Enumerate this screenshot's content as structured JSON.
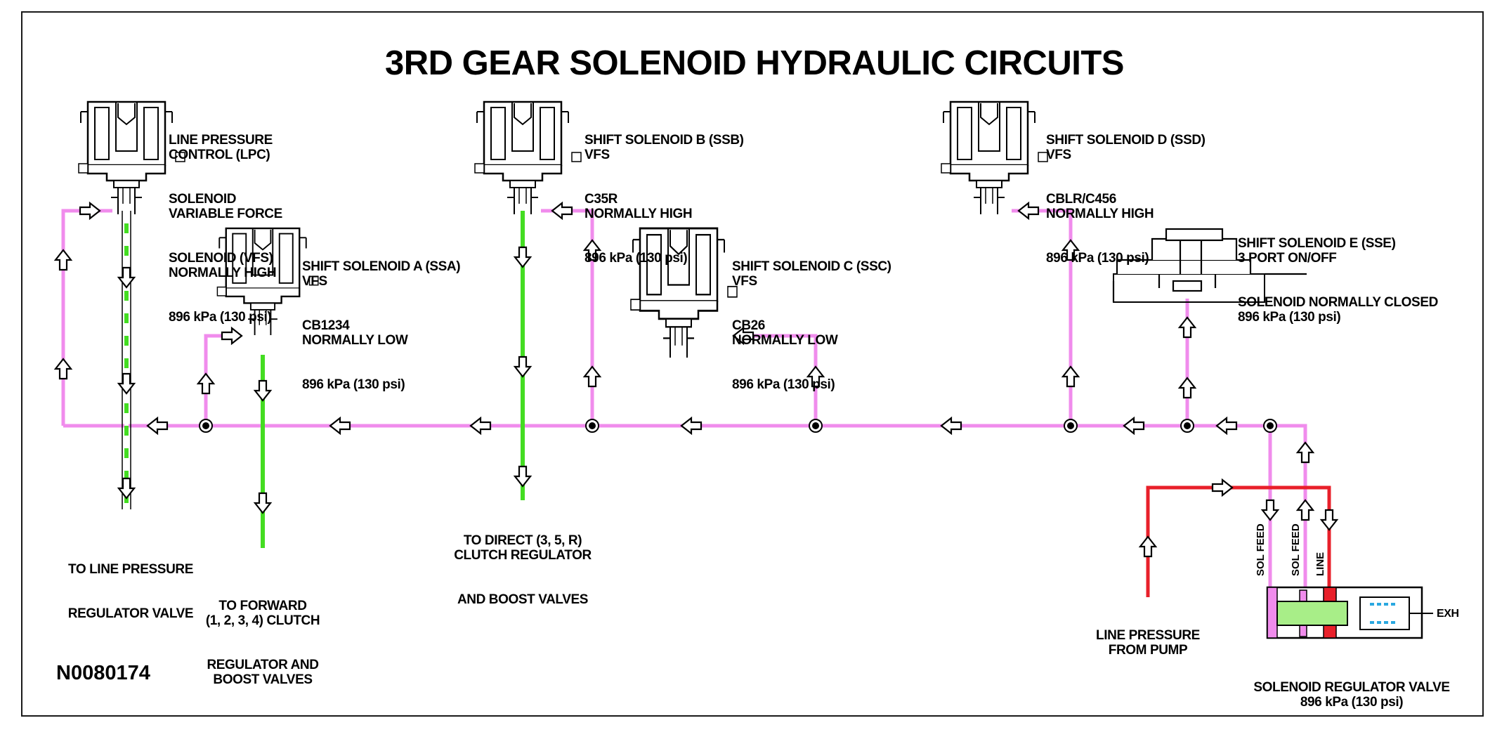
{
  "title": "3RD GEAR SOLENOID HYDRAULIC CIRCUITS",
  "document_id": "N0080174",
  "colors": {
    "line_pressure": "#e8202a",
    "solenoid_feed": "#f08cec",
    "signal": "#44dd22",
    "outline": "#000000"
  },
  "solenoids": {
    "lpc": {
      "lines": [
        "LINE PRESSURE",
        "CONTROL (LPC)",
        "SOLENOID",
        "VARIABLE FORCE",
        "SOLENOID (VFS)",
        "NORMALLY HIGH",
        "896 kPa (130 psi)"
      ]
    },
    "ssa": {
      "lines": [
        "SHIFT SOLENOID A (SSA)",
        "VFS",
        "CB1234",
        "NORMALLY LOW",
        "896 kPa (130 psi)"
      ]
    },
    "ssb": {
      "lines": [
        "SHIFT SOLENOID B (SSB)",
        "VFS",
        "C35R",
        "NORMALLY HIGH",
        "896 kPa (130 psi)"
      ]
    },
    "ssc": {
      "lines": [
        "SHIFT SOLENOID C (SSC)",
        "VFS",
        "CB26",
        "NORMALLY LOW",
        "896 kPa (130 psi)"
      ]
    },
    "ssd": {
      "lines": [
        "SHIFT SOLENOID D (SSD)",
        "VFS",
        "CBLR/C456",
        "NORMALLY HIGH",
        "896 kPa (130 psi)"
      ]
    },
    "sse": {
      "lines": [
        "SHIFT SOLENOID E (SSE)",
        "3 PORT ON/OFF",
        "SOLENOID NORMALLY CLOSED",
        "896 kPa (130 psi)"
      ]
    }
  },
  "destinations": {
    "line_pressure_regulator": [
      "TO LINE PRESSURE",
      "REGULATOR VALVE"
    ],
    "forward_clutch": [
      "TO FORWARD",
      "(1, 2, 3, 4) CLUTCH",
      "REGULATOR AND",
      "BOOST VALVES"
    ],
    "direct_clutch": [
      "TO DIRECT (3, 5, R)",
      "CLUTCH REGULATOR",
      "AND BOOST VALVES"
    ],
    "pump": [
      "LINE PRESSURE",
      "FROM PUMP"
    ]
  },
  "regulator_valve": {
    "lines": [
      "SOLENOID REGULATOR VALVE",
      "896 kPa (130 psi)"
    ],
    "port_labels": [
      "SOL FEED",
      "SOL FEED",
      "LINE"
    ],
    "exhaust_label": "EXH"
  },
  "icons": [
    "solenoid-icon",
    "flow-arrow-icon",
    "junction-icon",
    "spool-valve-icon"
  ]
}
